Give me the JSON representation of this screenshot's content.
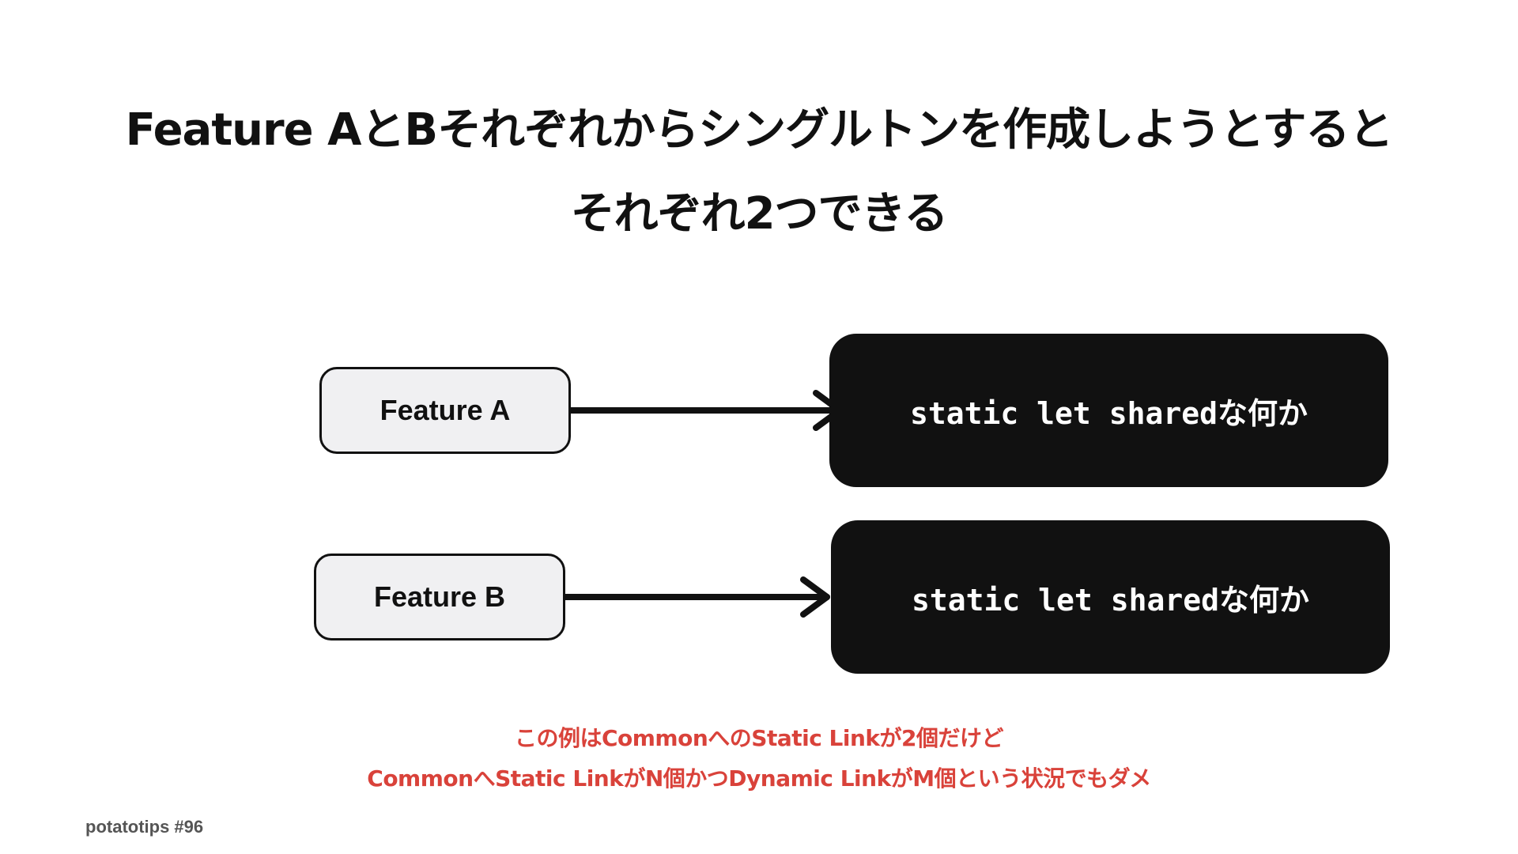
{
  "title": {
    "line1": "Feature AとBそれぞれからシングルトンを作成しようとすると",
    "line2": "それぞれ2つできる"
  },
  "diagram": {
    "rows": [
      {
        "source": "Feature A",
        "target": "static let sharedな何か"
      },
      {
        "source": "Feature B",
        "target": "static let sharedな何か"
      }
    ]
  },
  "note": {
    "line1": "この例はCommonへのStatic Linkが2個だけど",
    "line2": "CommonへStatic LinkがN個かつDynamic LinkがM個という状況でもダメ"
  },
  "footer": {
    "event": "potatotips #96"
  },
  "colors": {
    "note": "#d9423a",
    "box_fill": "#f0f0f2",
    "target_fill": "#111111"
  }
}
